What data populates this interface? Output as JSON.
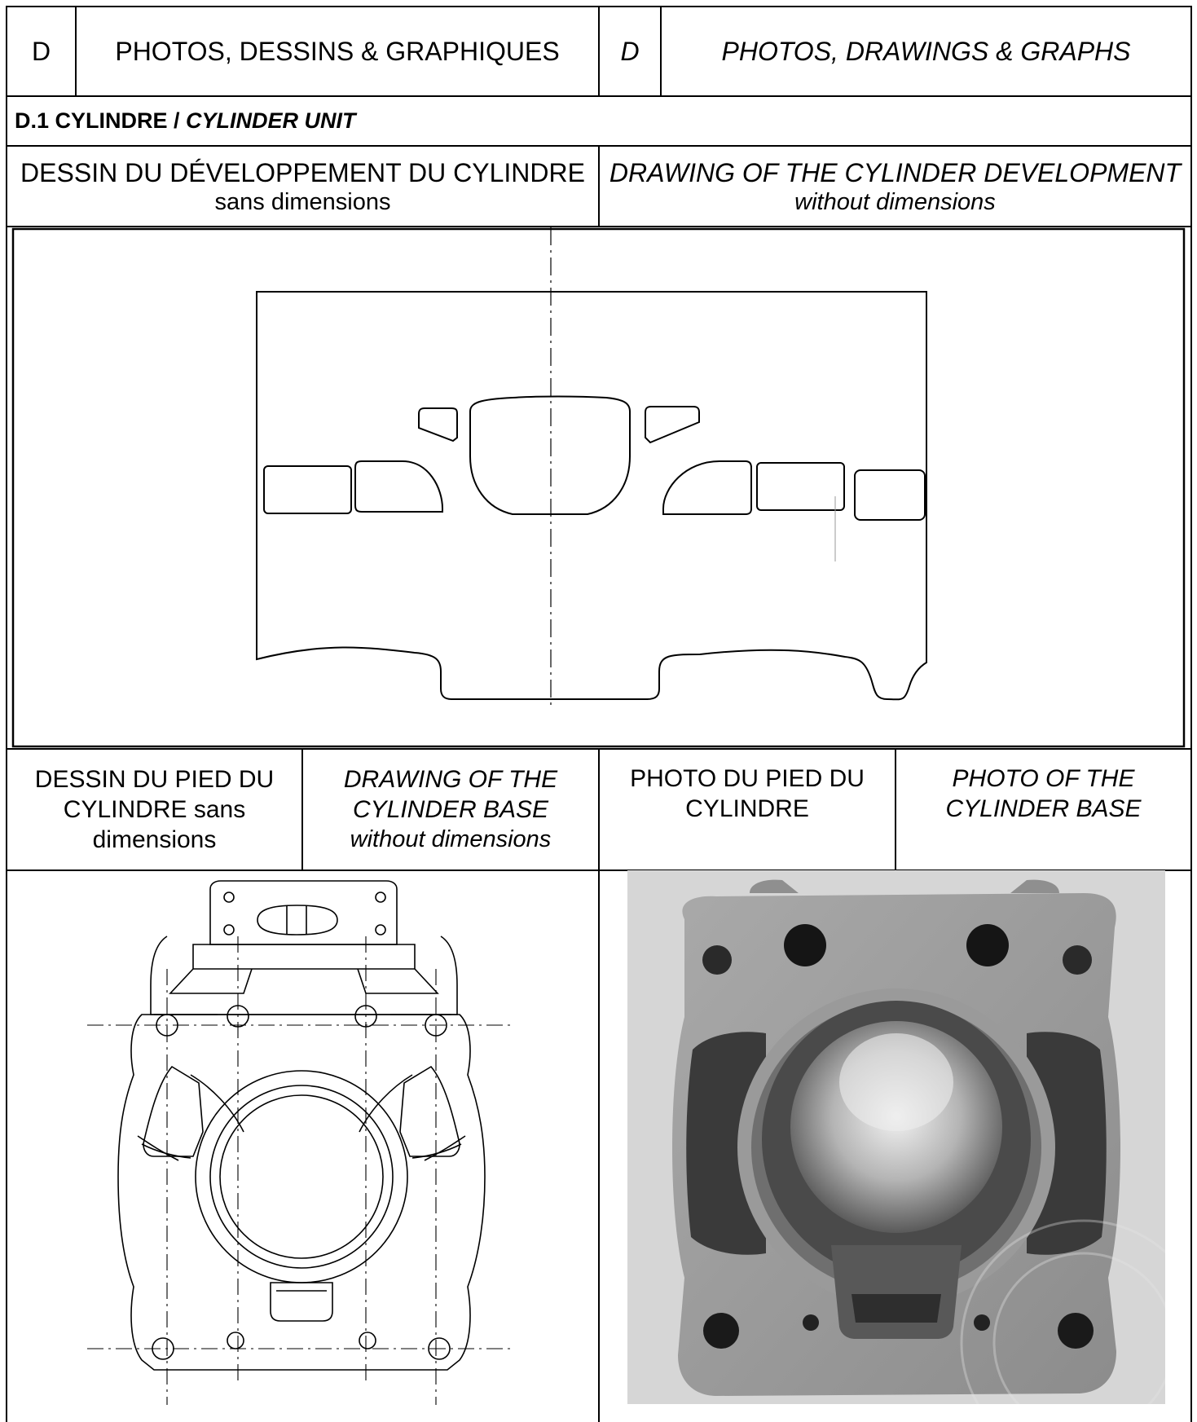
{
  "header": {
    "code_fr": "D",
    "title_fr": "PHOTOS, DESSINS & GRAPHIQUES",
    "code_en": "D",
    "title_en": "PHOTOS, DRAWINGS & GRAPHS"
  },
  "section": {
    "number": "D.1 CYLINDRE / ",
    "name_en": "CYLINDER UNIT"
  },
  "development": {
    "label_fr": "DESSIN DU DÉVELOPPEMENT DU CYLINDRE",
    "sub_fr": "sans dimensions",
    "label_en": "DRAWING OF THE CYLINDER DEVELOPMENT",
    "sub_en": "without dimensions"
  },
  "base": {
    "drawing_fr_l1": "DESSIN DU PIED DU",
    "drawing_fr_l2": "CYLINDRE sans",
    "drawing_fr_l3": "dimensions",
    "drawing_en_l1": "DRAWING OF THE",
    "drawing_en_l2": "CYLINDER BASE",
    "drawing_en_l3": "without dimensions",
    "photo_fr_l1": "PHOTO DU PIED DU",
    "photo_fr_l2": "CYLINDRE",
    "photo_en_l1": "PHOTO OF THE",
    "photo_en_l2": "CYLINDER BASE"
  }
}
